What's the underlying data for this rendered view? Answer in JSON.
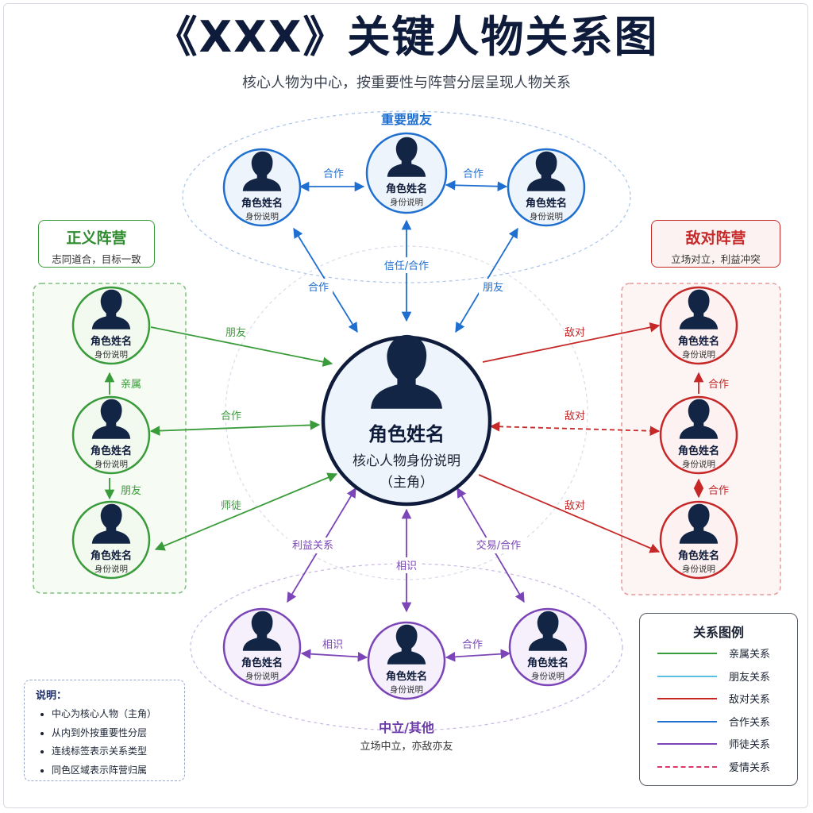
{
  "header": {
    "title": "《XXX》关键人物关系图",
    "subtitle": "核心人物为中心，按重要性与阵营分层呈现人物关系"
  },
  "center": {
    "name": "角色姓名",
    "desc": "核心人物身份说明",
    "role": "（主角）"
  },
  "node_defaults": {
    "name": "角色姓名",
    "desc": "身份说明"
  },
  "groups": {
    "top": {
      "label": "重要盟友"
    },
    "justice": {
      "title": "正义阵营",
      "subtitle": "志同道合，目标一致"
    },
    "enemy": {
      "title": "敌对阵营",
      "subtitle": "立场对立，利益冲突"
    },
    "neutral": {
      "label": "中立/其他",
      "subtitle": "立场中立，亦敌亦友"
    }
  },
  "relations": {
    "top_left_top": "合作",
    "top_mid_right": "合作",
    "center_top_left": "合作",
    "center_top_mid": "信任/合作",
    "center_top_right": "朋友",
    "left1_center": "朋友",
    "left2_center": "合作",
    "left3_center": "师徒",
    "left2_left1": "亲属",
    "left2_left3": "朋友",
    "center_right1": "敌对",
    "center_right2": "敌对",
    "center_right3": "敌对",
    "right2_right1": "合作",
    "right2_right3": "合作",
    "center_bottom_left": "利益关系",
    "center_bottom_mid": "相识",
    "center_bottom_right": "交易/合作",
    "bottom_left_mid": "相识",
    "bottom_mid_right": "合作"
  },
  "notes": {
    "title": "说明：",
    "items": [
      "中心为核心人物（主角）",
      "从内到外按重要性分层",
      "连线标签表示关系类型",
      "同色区域表示阵营归属"
    ]
  },
  "legend": {
    "title": "关系图例",
    "items": [
      {
        "label": "亲属关系",
        "color": "#3a9b3a",
        "style": "solid"
      },
      {
        "label": "朋友关系",
        "color": "#5bbfe0",
        "style": "solid"
      },
      {
        "label": "敌对关系",
        "color": "#c62828",
        "style": "solid"
      },
      {
        "label": "合作关系",
        "color": "#1f6fd1",
        "style": "solid"
      },
      {
        "label": "师徒关系",
        "color": "#7b45b8",
        "style": "solid"
      },
      {
        "label": "爱情关系",
        "color": "#d93a6a",
        "style": "dashed"
      }
    ]
  },
  "colors": {
    "blue": "#1f6fd1",
    "green": "#3a9b3a",
    "red": "#c62828",
    "purple": "#7b45b8",
    "navy": "#0f1b3a"
  }
}
